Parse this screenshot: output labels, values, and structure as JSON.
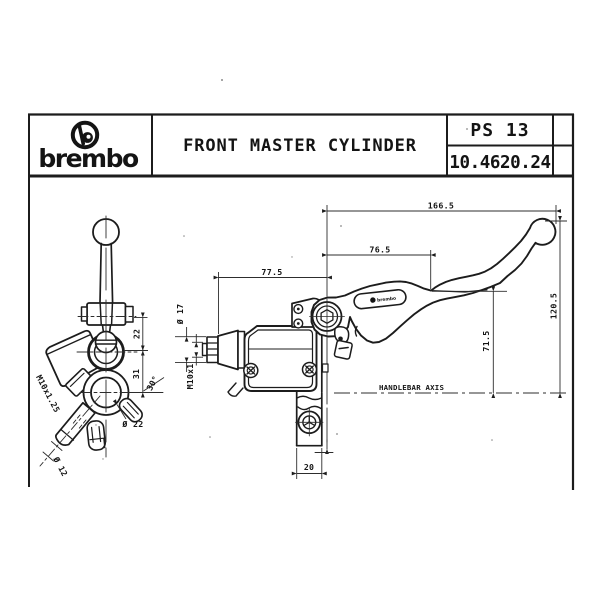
{
  "title_block": {
    "brand": "brembo",
    "logo_icon": "brembo-roundel",
    "drawing_title": "FRONT MASTER CYLINDER",
    "model": "PS 13",
    "part_number": "10.4620.24"
  },
  "annotations": {
    "handlebar_axis": "HANDLEBAR AXIS",
    "lever_badge": "brembo"
  },
  "dimensions": {
    "overall_length": "166.5",
    "pivot_to_joint": "76.5",
    "body_length": "77.5",
    "tip_height": "120.5",
    "lever_rise": "71.5",
    "pivot_drop": "22",
    "axis_drop": "31",
    "lever_angle": "30°",
    "handlebar_bore": "Ø 22",
    "boot_diameter": "Ø 17",
    "rod_thread": "M10x1",
    "mirror_thread": "M10x1.25",
    "mirror_tip_diameter": "Ø 12",
    "clamp_width": "20"
  }
}
